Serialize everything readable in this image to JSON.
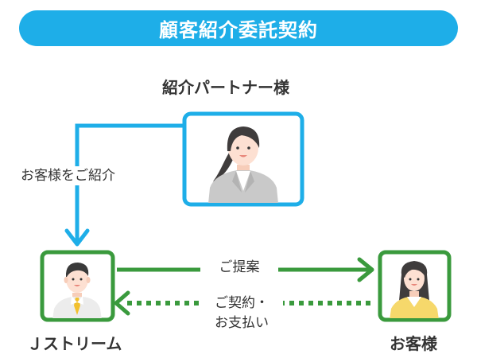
{
  "title": "顧客紹介委託契約",
  "partner": {
    "label": "紹介パートナー様"
  },
  "jstream": {
    "label": "Ｊストリーム"
  },
  "customer": {
    "label": "お客様"
  },
  "flows": {
    "introduce": "お客様をご紹介",
    "proposal": "ご提案",
    "contract_line1": "ご契約・",
    "contract_line2": "お支払い"
  },
  "colors": {
    "blue": "#1eaee8",
    "green": "#3a9a3d",
    "text": "#333333"
  },
  "icons": {
    "partner": "woman-avatar-icon",
    "jstream": "man-avatar-icon",
    "customer": "woman-avatar-icon"
  }
}
